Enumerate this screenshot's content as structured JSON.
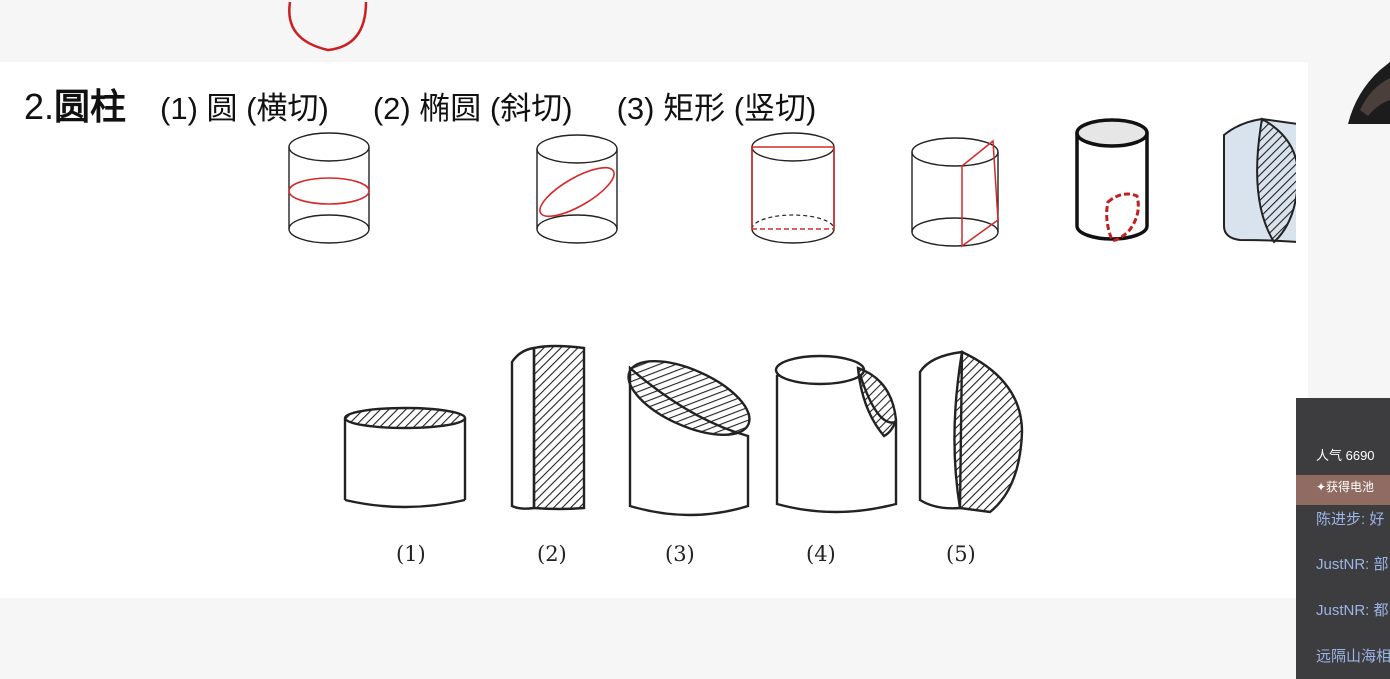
{
  "slide": {
    "title_number": "2.",
    "title_name": "圆柱",
    "cuts": [
      {
        "label": "(1) 圆 (横切)"
      },
      {
        "label": "(2) 椭圆 (斜切)"
      },
      {
        "label": "(3) 矩形 (竖切)"
      }
    ],
    "figure_labels": [
      "(1)",
      "(2)",
      "(3)",
      "(4)",
      "(5)"
    ],
    "colors": {
      "outline": "#222222",
      "section": "#d42a2a",
      "annotation": "#cc1f1f"
    }
  },
  "chat": {
    "popularity": "人气 6690",
    "gift_banner": "✦获得电池",
    "messages": [
      {
        "text": "陈进步: 好"
      },
      {
        "text": "JustNR: 部"
      },
      {
        "text": "JustNR: 都"
      },
      {
        "text": "远隔山海相"
      }
    ]
  }
}
